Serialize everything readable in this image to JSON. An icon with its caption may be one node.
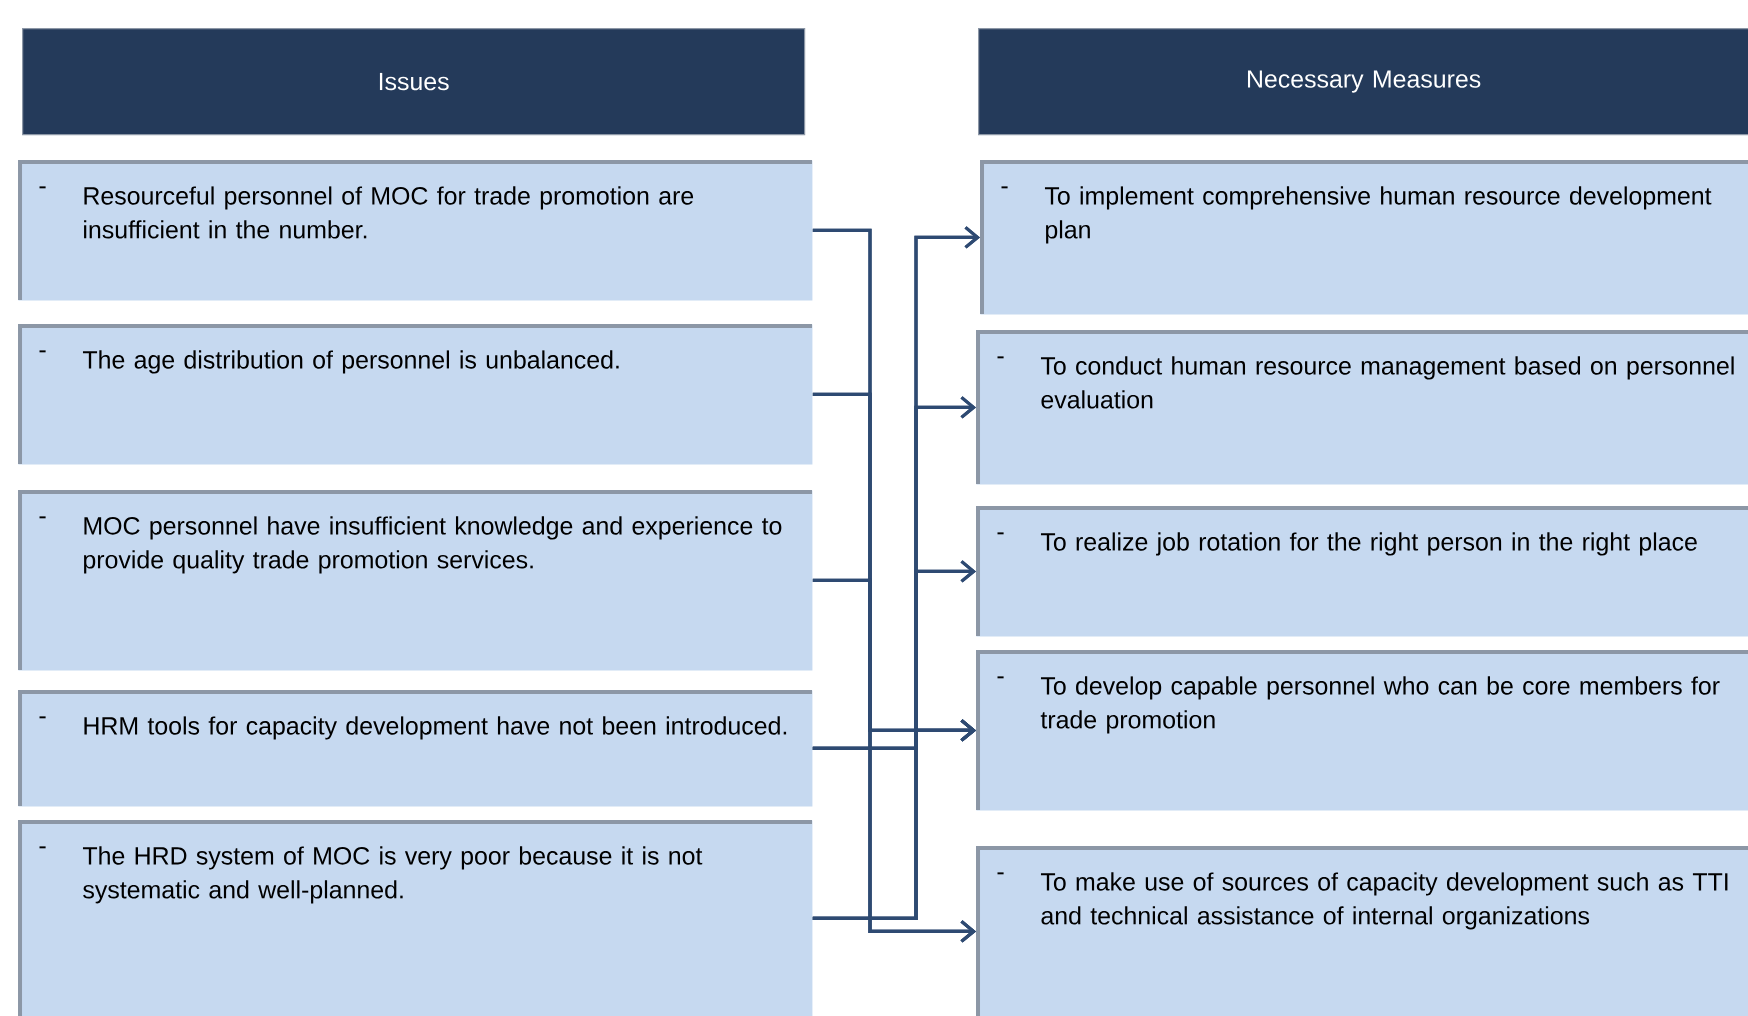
{
  "diagram": {
    "nodes": [
      {
        "text": [
          "Issues"
        ]
      },
      {
        "text": [
          "-",
          "Resourceful personnel of MOC for trade promotion are insufficient in the number."
        ]
      },
      {
        "text": [
          "-",
          "The age distribution of personnel is unbalanced."
        ]
      },
      {
        "text": [
          "-",
          "MOC personnel have insufficient knowledge and experience to provide quality trade promotion services."
        ]
      },
      {
        "text": [
          "-",
          "HRM tools for capacity development have not been introduced."
        ]
      },
      {
        "text": [
          "-",
          "The HRD system of MOC is very poor because it is not systematic and well-planned."
        ]
      },
      {
        "text": [
          "Necessary Measures"
        ]
      },
      {
        "text": [
          "-",
          "To implement comprehensive human resource development plan"
        ]
      },
      {
        "text": [
          "-",
          "To conduct human resource management based on personnel evaluation"
        ]
      },
      {
        "text": [
          "-",
          "To realize job rotation for the right person in the right place"
        ]
      },
      {
        "text": [
          "-",
          "To develop capable personnel who can be core members for trade promotion"
        ]
      },
      {
        "text": [
          "-",
          "To make use of sources of capacity development such as TTI and technical assistance of internal organizations"
        ]
      }
    ],
    "edges": [
      {
        "from": 1,
        "to": 10,
        "arrow": "to"
      },
      {
        "from": 1,
        "to": 11,
        "arrow": "to"
      },
      {
        "from": 2,
        "to": 10,
        "arrow": "to"
      },
      {
        "from": 2,
        "to": 11,
        "arrow": "to"
      },
      {
        "from": 3,
        "to": 10,
        "arrow": "to"
      },
      {
        "from": 3,
        "to": 11,
        "arrow": "to"
      },
      {
        "from": 4,
        "to": 7,
        "arrow": "to"
      },
      {
        "from": 4,
        "to": 8,
        "arrow": "to"
      },
      {
        "from": 4,
        "to": 9,
        "arrow": "to"
      },
      {
        "from": 4,
        "to": 10,
        "arrow": "to"
      },
      {
        "from": 5,
        "to": 7,
        "arrow": "to"
      },
      {
        "from": 5,
        "to": 8,
        "arrow": "to"
      },
      {
        "from": 5,
        "to": 9,
        "arrow": "to"
      },
      {
        "from": 5,
        "to": 10,
        "arrow": "to"
      }
    ]
  }
}
